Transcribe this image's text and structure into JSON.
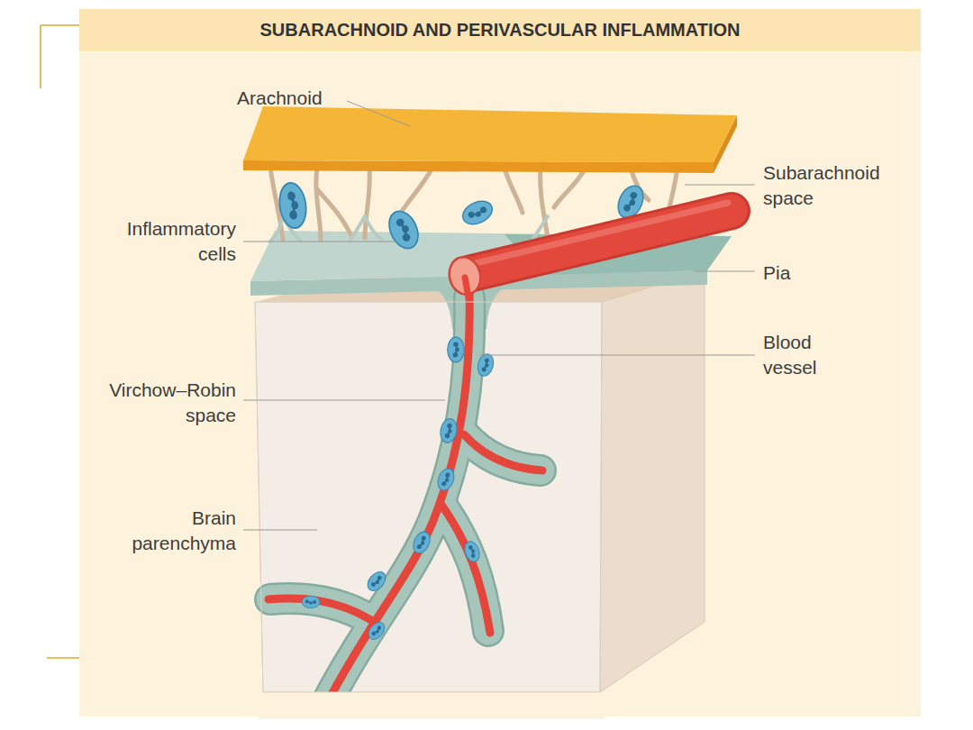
{
  "diagram": {
    "title": "SUBARACHNOID AND PERIVASCULAR INFLAMMATION",
    "labels": [
      "Arachnoid",
      "Subarachnoid space",
      "Inflammatory cells",
      "Pia",
      "Blood vessel",
      "Virchow–Robin space",
      "Brain parenchyma"
    ]
  }
}
